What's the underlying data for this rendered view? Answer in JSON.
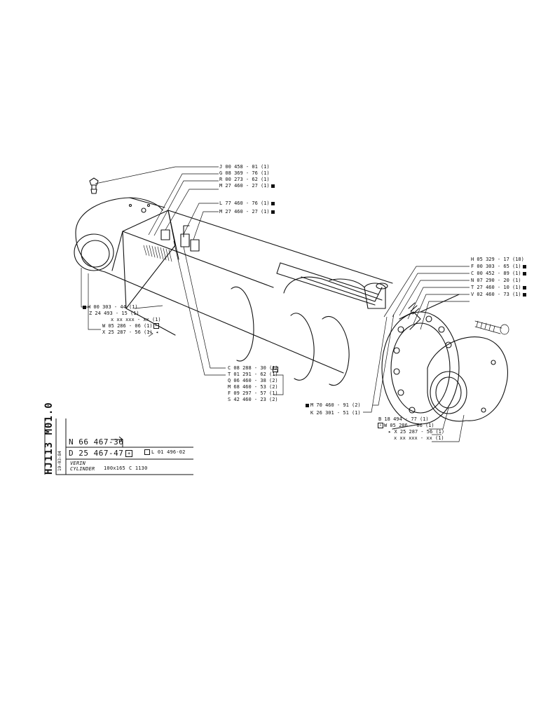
{
  "title_block": {
    "sheet_code": "HJ113 M01.0",
    "date": "19-03-84",
    "assembly_number": "N 66 467-36",
    "drawing_number": "D 25 467-47",
    "reference": "L 01 496-02",
    "name_fr": "VERIN",
    "name_en": "CYLINDER",
    "size": "100x165",
    "stroke": "C 1130"
  },
  "parts_top_left": {
    "j": "J 00 458 - 01 (1)",
    "g": "G 08 369 - 76 (1)",
    "r": "R 00 273 - 62 (1)",
    "m1": "M 27 460 - 27 (1)",
    "l": "L 77 460 - 76 (1)",
    "m2": "M 27 460 - 27 (1)"
  },
  "parts_left": {
    "h": "H 00 303 - 44 (1)",
    "z": "Z 24 493 - 15 (1)",
    "x1": "x  xx xxx - xx (1)",
    "w": "W 05 286 - 06 (1)",
    "x2": "X 25 287 - 56 (1)"
  },
  "parts_right": {
    "h": "H 05 329 - 17 (18)",
    "f": "F 00 303 - 65 (1)",
    "c": "C 00 452 - 89 (1)",
    "n": "N 07 290 - 20 (1)",
    "t": "T 27 460 - 10 (1)",
    "v": "V 02 460 - 73 (1)"
  },
  "parts_middle": {
    "c": "C 08 288 - 30 (1)",
    "t": "T 01 291 - 62 (1)",
    "q": "Q 06 460 - 38 (2)",
    "m": "M 68 460 - 53 (2)",
    "f": "F 09 297 - 57 (1)",
    "s": "S 42 460 - 23 (2)"
  },
  "parts_bottom_mid": {
    "m": "M 70 460 - 91  (2)",
    "k": "K 26 301 - 51  (1)"
  },
  "parts_bottom_right": {
    "b": "B 18 494 - 77  (1)",
    "w": "W 05 286 - 06 (1)",
    "x1": "X 25 287 - 56 (1)",
    "x2": "x  xx xxx - xx (1)"
  }
}
